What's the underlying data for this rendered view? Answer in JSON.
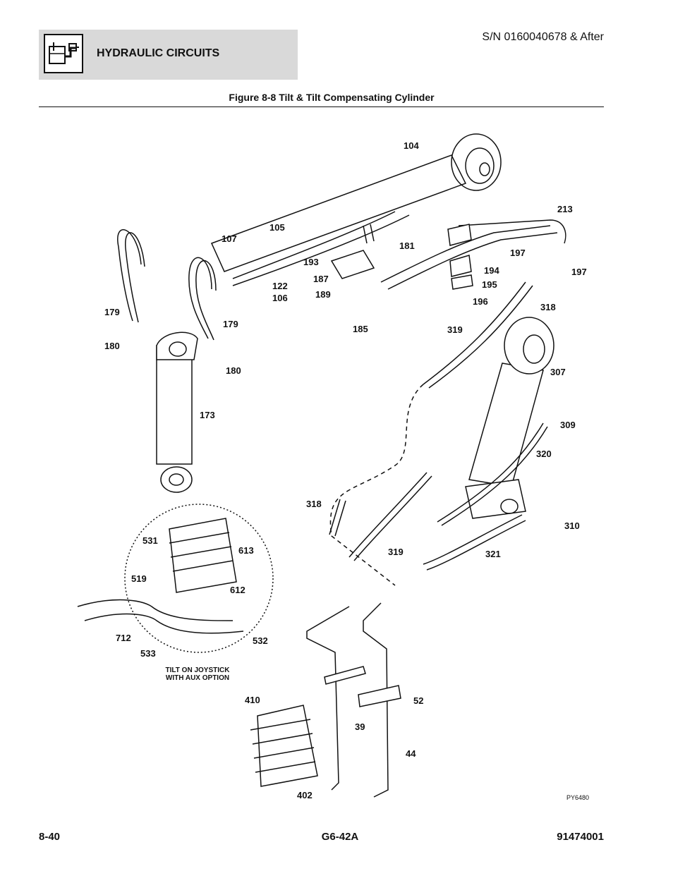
{
  "header": {
    "section_title": "HYDRAULIC CIRCUITS",
    "icon": "hydraulic-circuit-icon",
    "serial": "S/N 0160040678 & After"
  },
  "figure": {
    "title": "Figure 8-8 Tilt & Tilt Compensating Cylinder",
    "id": "PY6480",
    "inset_note_line1": "TILT ON JOYSTICK",
    "inset_note_line2": "WITH AUX OPTION",
    "callouts": [
      "104",
      "105",
      "107",
      "122",
      "106",
      "193",
      "187",
      "189",
      "181",
      "185",
      "213",
      "197",
      "197",
      "194",
      "195",
      "196",
      "318",
      "319",
      "179",
      "179",
      "180",
      "180",
      "173",
      "307",
      "309",
      "320",
      "310",
      "321",
      "318",
      "319",
      "531",
      "613",
      "519",
      "612",
      "712",
      "533",
      "532",
      "410",
      "39",
      "44",
      "52",
      "402"
    ]
  },
  "footer": {
    "page": "8-40",
    "model": "G6-42A",
    "part_number": "91474001"
  }
}
